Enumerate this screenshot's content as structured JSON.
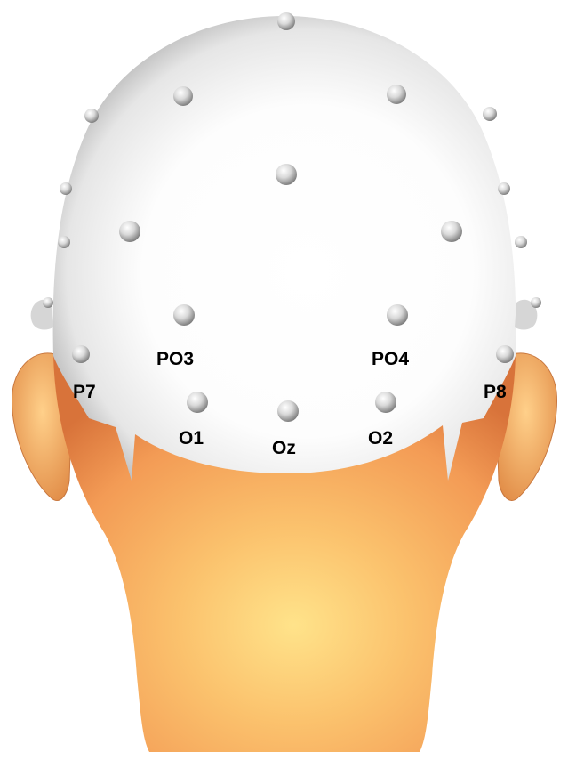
{
  "colors": {
    "cap_light": "#ffffff",
    "cap_shadow": "#8f8f8f",
    "skin_light": "#ffd77a",
    "skin_mid": "#f5a45c",
    "skin_dark": "#e0793b",
    "electrode_light": "#f2f2f2",
    "electrode_dark": "#707070",
    "label_color": "#000000"
  },
  "electrode_labels": {
    "p7": "P7",
    "po3": "PO3",
    "o1": "O1",
    "oz": "Oz",
    "o2": "O2",
    "po4": "PO4",
    "p8": "P8"
  }
}
